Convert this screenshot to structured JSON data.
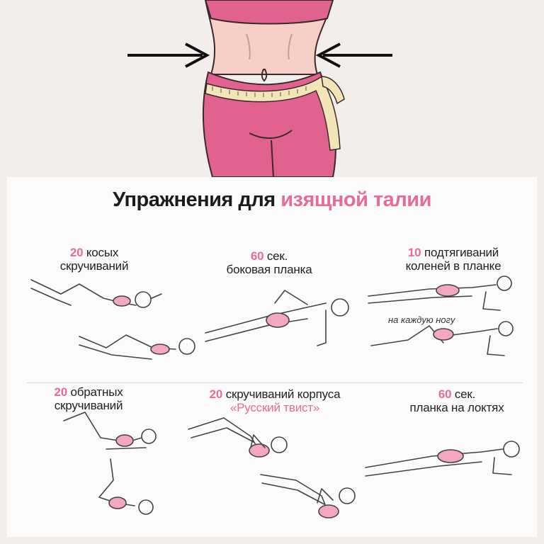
{
  "title": {
    "prefix": "Упражнения для",
    "highlight": "изящной талии"
  },
  "exercises": [
    {
      "count": "20",
      "line1": "косых",
      "line2": "скручиваний"
    },
    {
      "count": "60",
      "line1": "сек.",
      "line2": "боковая планка"
    },
    {
      "count": "10",
      "line1": "подтягиваний",
      "line2": "коленей  в планке",
      "note": "на каждую ногу"
    },
    {
      "count": "20",
      "line1": "обратных",
      "line2": "скручиваний"
    },
    {
      "count": "20",
      "line1": "скручиваний  корпуса",
      "line2": "«Русский твист»"
    },
    {
      "count": "60",
      "line1": "сек.",
      "line2": "планка на локтях"
    }
  ],
  "colors": {
    "accent": "#e56b9a",
    "skin": "#f6cfc6",
    "pants": "#e2628f",
    "arrow": "#111111"
  },
  "icons": [
    "arrow-right-icon",
    "arrow-left-icon",
    "measuring-tape-icon"
  ]
}
